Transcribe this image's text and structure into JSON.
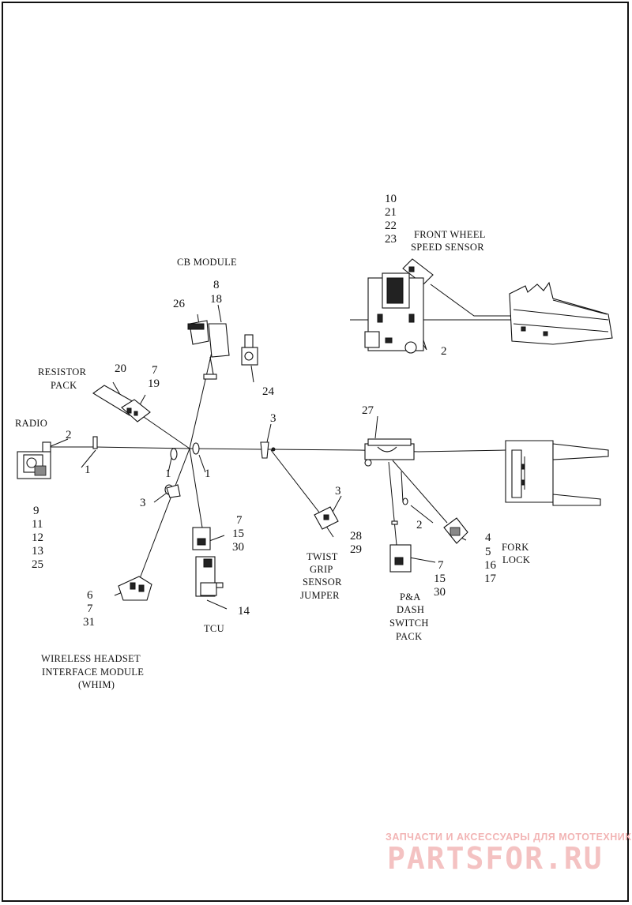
{
  "labels": {
    "radio": "RADIO",
    "resistor_pack": [
      "RESISTOR",
      "PACK"
    ],
    "cb_module": "CB MODULE",
    "front_wheel_speed_sensor": [
      "FRONT WHEEL",
      "SPEED SENSOR"
    ],
    "twist_grip_sensor_jumper": [
      "TWIST",
      "GRIP",
      "SENSOR",
      "JUMPER"
    ],
    "tcu": "TCU",
    "pa_dash_switch_pack": [
      "P&A",
      "DASH",
      "SWITCH",
      "PACK"
    ],
    "fork_lock": [
      "FORK",
      "LOCK"
    ],
    "whim": [
      "WIRELESS HEADSET",
      "INTERFACE MODULE",
      "(WHIM)"
    ]
  },
  "callouts": {
    "front_wheel_sensor": [
      "10",
      "21",
      "22",
      "23"
    ],
    "cb_module_connector": [
      "8",
      "18"
    ],
    "cb_module_plug": "26",
    "cb_bracket": "24",
    "resistor_pack_part": "20",
    "resistor_pack_connector": [
      "7",
      "19"
    ],
    "radio_clip": "2",
    "radio_connector": [
      "9",
      "11",
      "12",
      "13",
      "25"
    ],
    "tie_left": "1",
    "tie_mid_a": "1",
    "tie_mid_b": "1",
    "clip_lower_left": "3",
    "clip_center": "3",
    "clip_twist": "3",
    "twist_connector": [
      "28",
      "29"
    ],
    "connector_7_15_30_a": [
      "7",
      "15",
      "30"
    ],
    "tcu_connector": "14",
    "whim_connector": [
      "6",
      "7",
      "31"
    ],
    "fork_bracket": "27",
    "tie_fork": "2",
    "fork_lock_connector": [
      "4",
      "5",
      "16",
      "17"
    ],
    "pa_connector": [
      "7",
      "15",
      "30"
    ],
    "front_clips": "2"
  },
  "watermark": {
    "top": "ЗАПЧАСТИ И АКСЕССУАРЫ ДЛЯ МОТОТЕХНИКИ",
    "main": "PARTSFOR.RU"
  }
}
